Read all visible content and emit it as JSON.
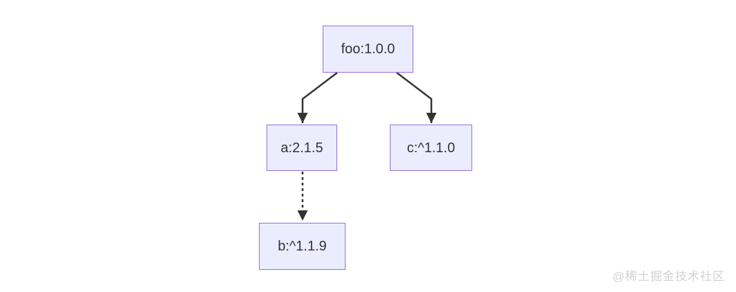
{
  "diagram": {
    "type": "dependency-graph",
    "nodes": [
      {
        "id": "foo",
        "label": "foo:1.0.0"
      },
      {
        "id": "a",
        "label": "a:2.1.5"
      },
      {
        "id": "c",
        "label": "c:^1.1.0"
      },
      {
        "id": "b",
        "label": "b:^1.1.9"
      }
    ],
    "edges": [
      {
        "from": "foo",
        "to": "a",
        "style": "solid",
        "arrow": "filled-triangle"
      },
      {
        "from": "foo",
        "to": "c",
        "style": "solid",
        "arrow": "filled-triangle"
      },
      {
        "from": "a",
        "to": "b",
        "style": "dashed",
        "arrow": "filled-triangle"
      }
    ],
    "colors": {
      "node_fill": "#ECECFF",
      "node_border": "#9370DB",
      "edge": "#333333",
      "text": "#333333",
      "background": "#FFFFFF",
      "watermark": "#D2D2D2"
    }
  },
  "watermark": {
    "text": "@稀土掘金技术社区"
  }
}
